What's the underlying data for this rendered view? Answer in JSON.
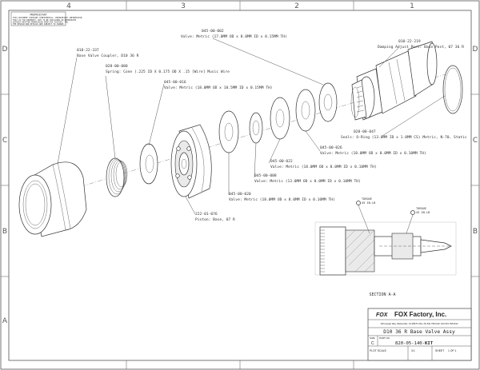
{
  "zones": {
    "top": [
      "4",
      "3",
      "2",
      "1"
    ],
    "side": [
      "D",
      "C",
      "B",
      "A"
    ]
  },
  "proprietary": {
    "title": "PROPRIETARY",
    "lines": [
      "THIS DOCUMENT CONTAINS CONFIDENTIAL, PROPRIETARY INFORMATION",
      "THAT IS FOX PROPERTY. NOT TO BE DISCLOSED OR REPRODUCED",
      "WITHOUT WRITTEN PERMISSION FROM FOX FACTORY, INC.",
      "THE DESIGN AND DETAILS ARE SUBJECT TO CHANGE."
    ]
  },
  "callouts": [
    {
      "part": "045-00-002",
      "desc": "Valve: Metric (17.0MM OD x 8.0MM ID x 0.15MM TH)"
    },
    {
      "part": "010-22-219",
      "desc": "Damping Adjust Port: Base Post, 07 36 R"
    },
    {
      "part": "018-22-337",
      "desc": "Base Valve Coupler, D10 36 R"
    },
    {
      "part": "028-00-080",
      "desc": "Spring: Cone (.225 ID X 0.175 OD X .15 [Wire] Music Wire"
    },
    {
      "part": "045-00-016",
      "desc": "Valve: Metric (18.0MM OD x 10.5MM ID x 0.15MM TH)"
    },
    {
      "part": "028-08-047",
      "desc": "Seals: O-Ring (13.0MM ID x 1.0MM CS) Metric, N-70, Static"
    },
    {
      "part": "045-00-026",
      "desc": "Valve: Metric (18.0MM OD x 8.0MM ID x 0.10MM TH)"
    },
    {
      "part": "045-00-022",
      "desc": "Valve: Metric (18.0MM OD x 8.0MM ID x 0.10MM TH)"
    },
    {
      "part": "045-00-008",
      "desc": "Valve: Metric (13.0MM OD x 8.0MM ID x 0.10MM TH)"
    },
    {
      "part": "045-00-020",
      "desc": "Valve: Metric (18.0MM OD x 8.0MM ID x 0.10MM TH)"
    },
    {
      "part": "222-01-076",
      "desc": "Piston: Base, 07 R"
    }
  ],
  "section": {
    "label": "SECTION  A-A",
    "torque1": {
      "title": "TORQUE",
      "value": "45 IN-LB"
    },
    "torque2": {
      "title": "TORQUE",
      "value": "45 IN-LB"
    }
  },
  "title_block": {
    "logo": "FOX",
    "company": "FOX Factory, Inc.",
    "address": "130 Hangar Way, Watsonville, CA 95076 USA, PH 831.768.1100, FAX 831.768.9312",
    "title": "D10 36 R Base Valve Assy",
    "size_label": "SIZE",
    "size_value": "C",
    "part_label": "PART NO.",
    "part_value": "820-05-140-",
    "part_suffix": "KIT",
    "scale_label": "PLOT SCALE",
    "scale_value": "3:1",
    "sheet_label": "SHEET",
    "sheet_value": "1 OF 1"
  }
}
